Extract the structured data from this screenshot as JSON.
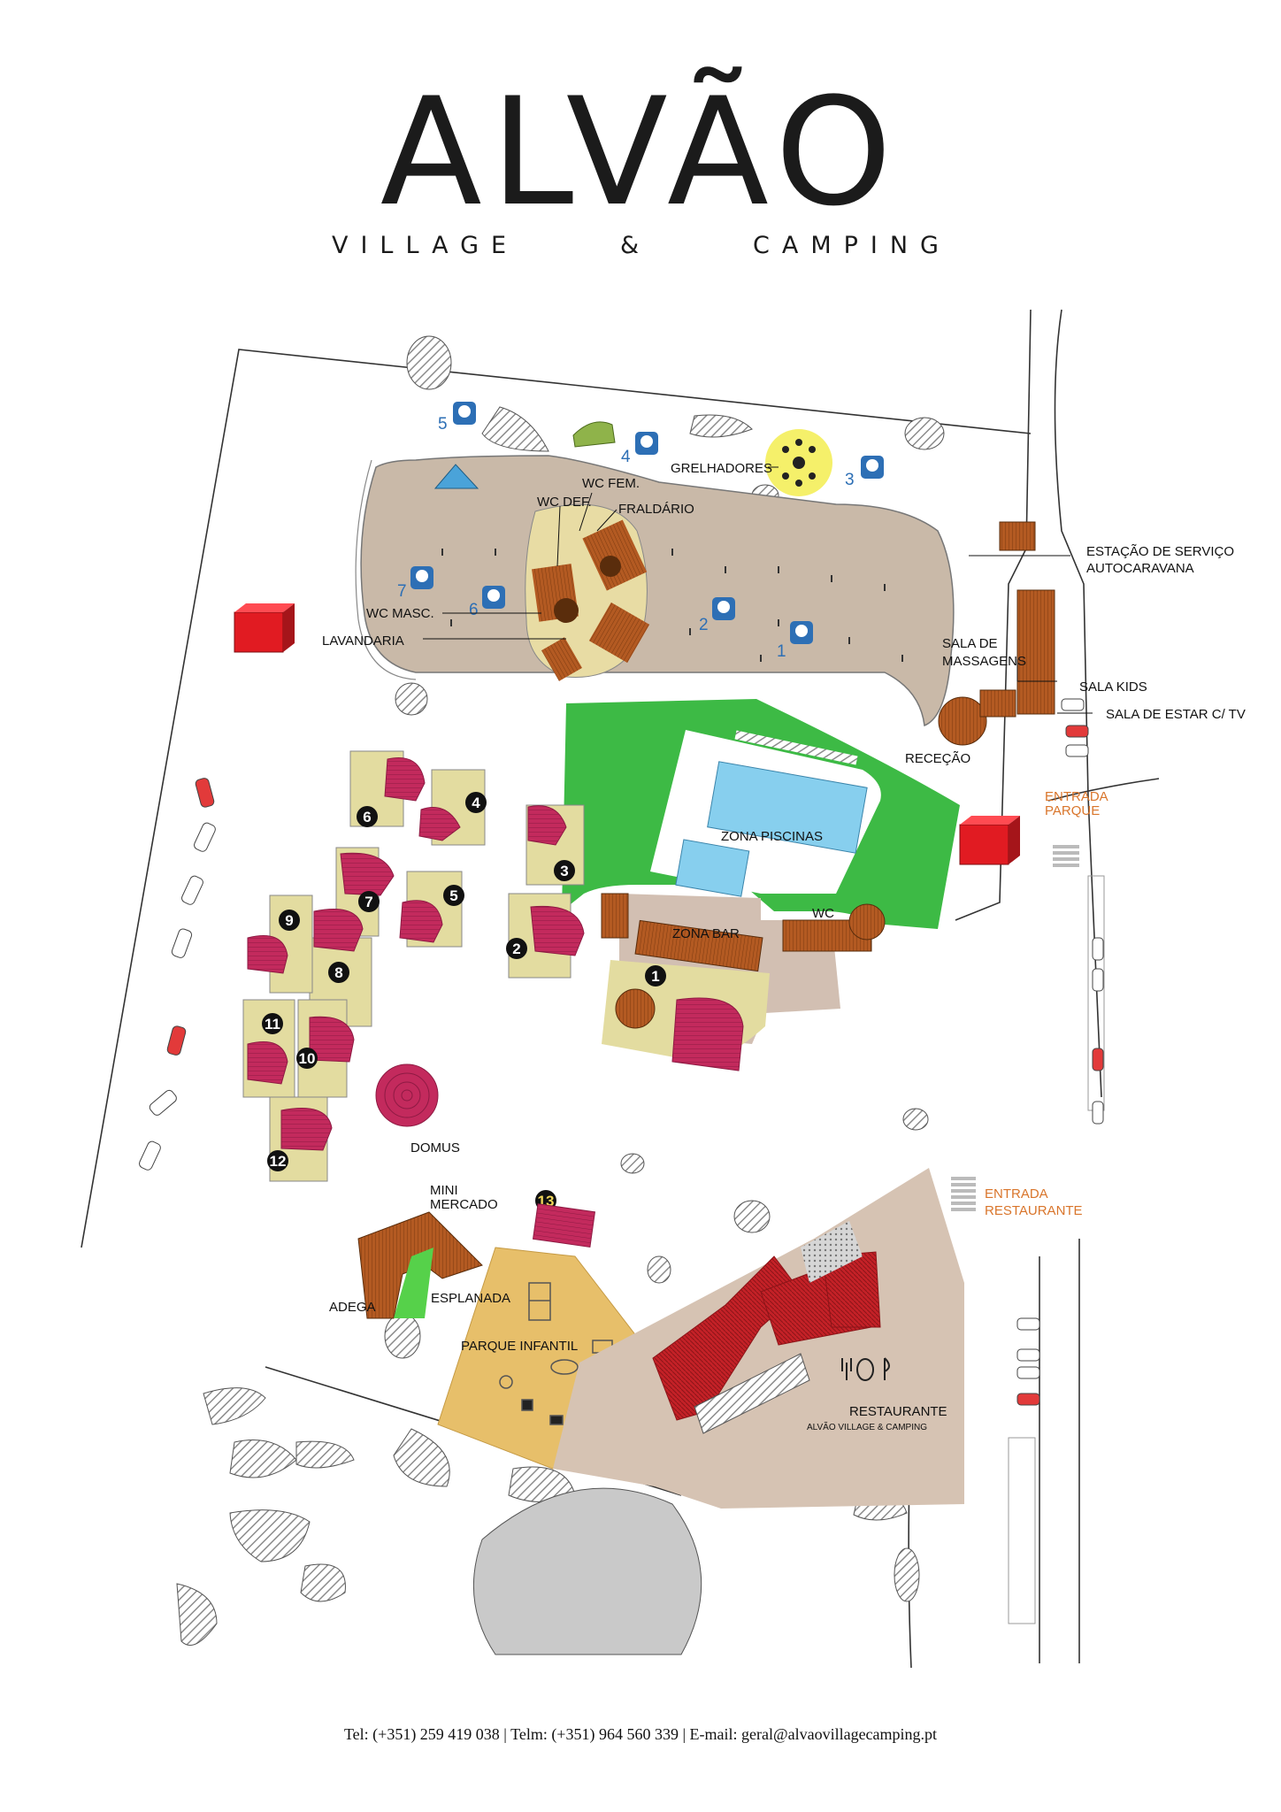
{
  "brand": {
    "title": "ALVÃO",
    "sub_left": "VILLAGE",
    "sub_amp": "&",
    "sub_right": "CAMPING"
  },
  "labels": {
    "grelhadores": "GRELHADORES",
    "wc_fem": "WC FEM.",
    "wc_def": "WC DEF.",
    "fraldario": "FRALDÁRIO",
    "wc_masc": "WC MASC.",
    "lavandaria": "LAVANDARIA",
    "estacao_1": "ESTAÇÃO DE SERVIÇO",
    "estacao_2": "AUTOCARAVANA",
    "sala_massagens_1": "SALA DE",
    "sala_massagens_2": "MASSAGENS",
    "sala_kids": "SALA KIDS",
    "sala_estar": "SALA DE ESTAR C/ TV",
    "rececao": "RECEÇÃO",
    "entrada_parque_1": "ENTRADA",
    "entrada_parque_2": "PARQUE",
    "zona_piscinas": "ZONA PISCINAS",
    "wc": "WC",
    "zona_bar": "ZONA BAR",
    "domus": "DOMUS",
    "mini_mercado_1": "MINI",
    "mini_mercado_2": "MERCADO",
    "entrada_restaurante_1": "ENTRADA",
    "entrada_restaurante_2": "RESTAURANTE",
    "adega": "ADEGA",
    "esplanada": "ESPLANADA",
    "parque_infantil": "PARQUE INFANTIL",
    "restaurante": "RESTAURANTE",
    "restaurante_sub": "ALVÃO VILLAGE & CAMPING"
  },
  "wifi_spots": [
    "1",
    "2",
    "3",
    "4",
    "5",
    "6",
    "7"
  ],
  "bungalows": [
    "1",
    "2",
    "3",
    "4",
    "5",
    "6",
    "7",
    "8",
    "9",
    "10",
    "11",
    "12",
    "13"
  ],
  "footer": {
    "text": "Tel: (+351) 259 419 038 | Telm: (+351) 964 560 339 | E-mail: geral@alvaovillagecamping.pt"
  },
  "colors": {
    "camping_area": "#c9b9a8",
    "pool_lawn": "#3dba45",
    "pool_water": "#87cfee",
    "bungalow_plot": "#e3dca0",
    "bungalow_roof": "#c32a5d",
    "building_wood": "#b35a22",
    "restaurant_roof": "#c42127",
    "playground": "#e7bf6a",
    "grill_yellow": "#f5f06a",
    "label_orange": "#d9752b",
    "wifi_blue": "#2d6fb5"
  }
}
